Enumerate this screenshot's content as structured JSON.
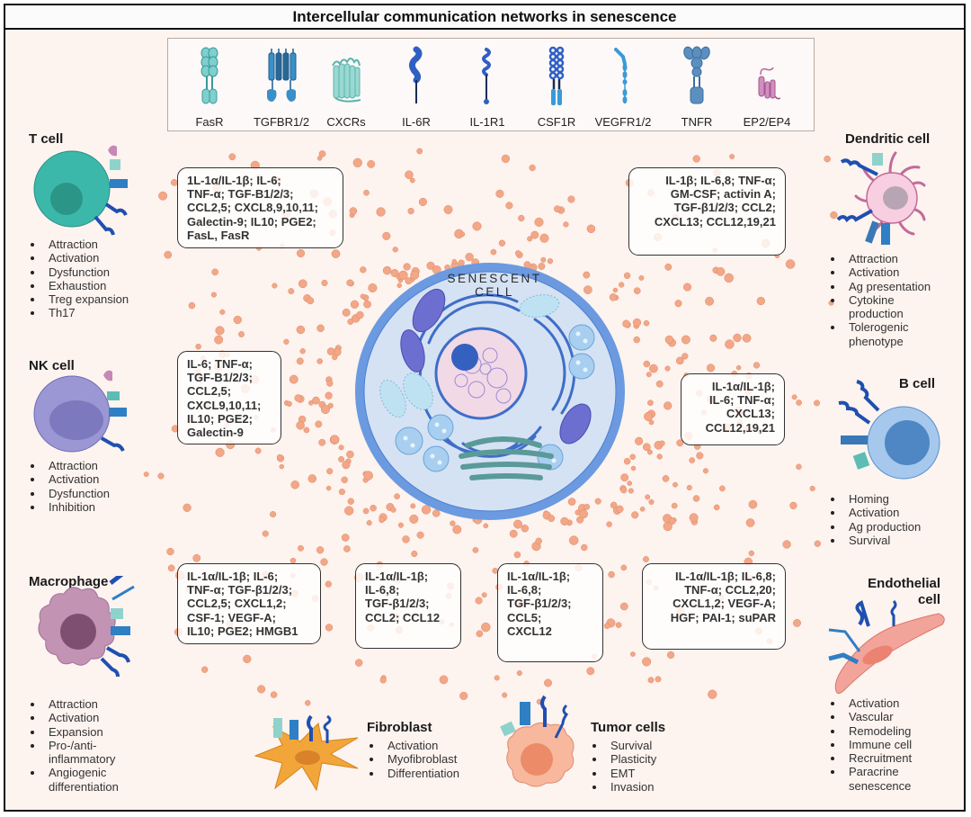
{
  "title": "Intercellular communication networks in senescence",
  "colors": {
    "background": "#fdf3ef",
    "sasp_dot": "#f2a787",
    "senescent_membrane": "#6b9ae0",
    "senescent_cytoplasm": "#d5e2f4",
    "t_cell": "#3cb8ab",
    "nk_cell": "#9a97d4",
    "dendritic_cell": "#f7cfe0",
    "b_cell": "#6fa6d8",
    "macrophage": "#c293b3",
    "endothelial_cell": "#f3a49a",
    "fibroblast": "#f2a63a",
    "tumor_cell": "#f7b89e"
  },
  "receptor_legend": [
    {
      "label": "FasR",
      "icon": "fasr-receptor-icon"
    },
    {
      "label": "TGFBR1/2",
      "icon": "tgfbr-receptor-icon"
    },
    {
      "label": "CXCRs",
      "icon": "cxcr-receptor-icon"
    },
    {
      "label": "IL-6R",
      "icon": "il6r-receptor-icon"
    },
    {
      "label": "IL-1R1",
      "icon": "il1r1-receptor-icon"
    },
    {
      "label": "CSF1R",
      "icon": "csf1r-receptor-icon"
    },
    {
      "label": "VEGFR1/2",
      "icon": "vegfr-receptor-icon"
    },
    {
      "label": "TNFR",
      "icon": "tnfr-receptor-icon"
    },
    {
      "label": "EP2/EP4",
      "icon": "ep2-ep4-receptor-icon"
    }
  ],
  "senescent_cell": {
    "label_line1": "SENESCENT",
    "label_line2": "CELL"
  },
  "cells": {
    "t_cell": {
      "name": "T cell",
      "factors": [
        "1L-1α/IL-1β; IL-6;",
        "TNF-α; TGF-B1/2/3;",
        "CCL2,5; CXCL8,9,10,11;",
        "Galectin-9; IL10; PGE2;",
        "FasL, FasR"
      ],
      "effects": [
        "Attraction",
        "Activation",
        "Dysfunction",
        "Exhaustion",
        "Treg expansion",
        "Th17"
      ]
    },
    "nk_cell": {
      "name": "NK cell",
      "factors": [
        "IL-6; TNF-α;",
        "TGF-B1/2/3;",
        "CCL2,5;",
        "CXCL9,10,11;",
        "IL10; PGE2;",
        "Galectin-9"
      ],
      "effects": [
        "Attraction",
        "Activation",
        "Dysfunction",
        "Inhibition"
      ]
    },
    "macrophage": {
      "name": "Macrophage",
      "factors": [
        "IL-1α/IL-1β; IL-6;",
        "TNF-α; TGF-β1/2/3;",
        "CCL2,5; CXCL1,2;",
        "CSF-1; VEGF-A;",
        "IL10; PGE2; HMGB1"
      ],
      "effects": [
        "Attraction",
        "Activation",
        "Expansion",
        "Pro-/anti-",
        "inflammatory",
        "Angiogenic",
        "differentiation"
      ]
    },
    "fibroblast": {
      "name": "Fibroblast",
      "factors": [
        "IL-1α/IL-1β;",
        "IL-6,8;",
        "TGF-β1/2/3;",
        "CCL2; CCL12"
      ],
      "effects": [
        "Activation",
        "Myofibroblast",
        "Differentiation"
      ]
    },
    "tumor_cells": {
      "name": "Tumor cells",
      "factors": [
        "IL-1α/IL-1β;",
        "IL-6,8;",
        "TGF-β1/2/3;",
        "CCL5;",
        "CXCL12"
      ],
      "effects": [
        "Survival",
        "Plasticity",
        "EMT",
        "Invasion"
      ]
    },
    "endothelial_cell": {
      "name_line1": "Endothelial",
      "name_line2": "cell",
      "factors": [
        "IL-1α/IL-1β; IL-6,8;",
        "TNF-α; CCL2,20;",
        "CXCL1,2; VEGF-A;",
        "HGF; PAI-1; suPAR"
      ],
      "effects": [
        "Activation",
        "Vascular",
        "Remodeling",
        "Immune cell",
        "Recruitment",
        "Paracrine",
        "senescence"
      ]
    },
    "b_cell": {
      "name": "B cell",
      "factors": [
        "IL-1α/IL-1β;",
        "IL-6; TNF-α;",
        "CXCL13;",
        "CCL12,19,21"
      ],
      "effects": [
        "Homing",
        "Activation",
        "Ag production",
        "Survival"
      ]
    },
    "dendritic_cell": {
      "name": "Dendritic cell",
      "factors": [
        "IL-1β; IL-6,8; TNF-α;",
        "GM-CSF; activin A;",
        "TGF-β1/2/3; CCL2;",
        "CXCL13; CCL12,19,21"
      ],
      "effects": [
        "Attraction",
        "Activation",
        "Ag presentation",
        "Cytokine",
        "production",
        "Tolerogenic",
        "phenotype"
      ]
    }
  }
}
